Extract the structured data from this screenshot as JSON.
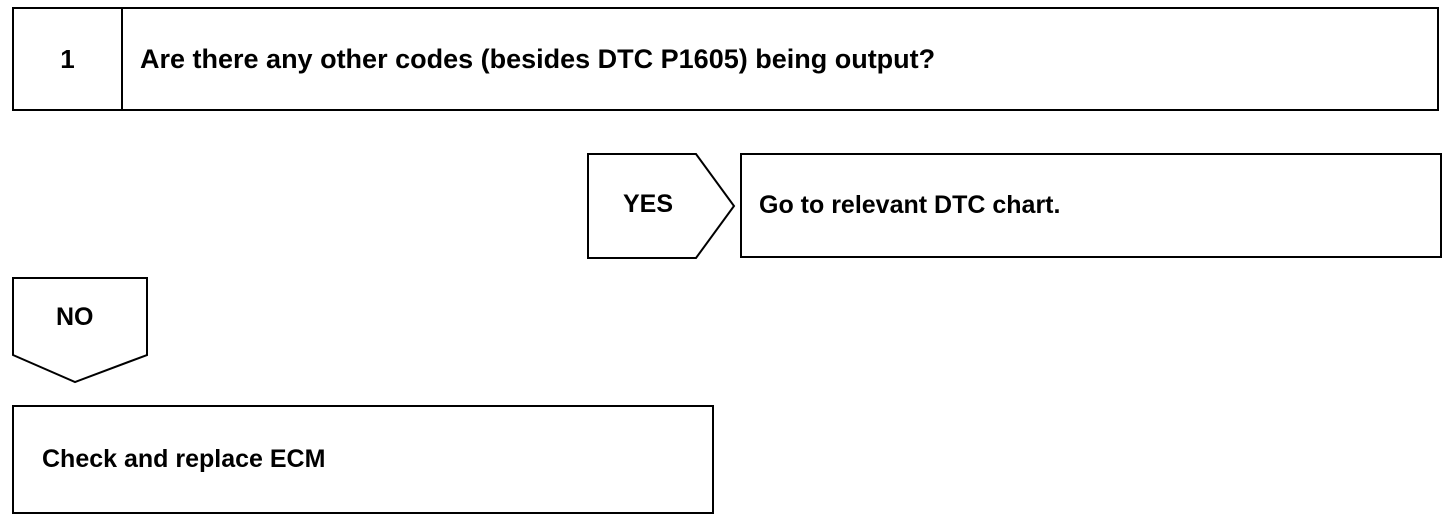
{
  "step": {
    "number": "1",
    "question": "Are there any other codes (besides DTC P1605) being output?"
  },
  "branches": {
    "yes": {
      "label": "YES",
      "result": "Go to relevant DTC chart."
    },
    "no": {
      "label": "NO",
      "result": "Check and replace ECM"
    }
  },
  "colors": {
    "line": "#000000",
    "background": "#ffffff"
  }
}
